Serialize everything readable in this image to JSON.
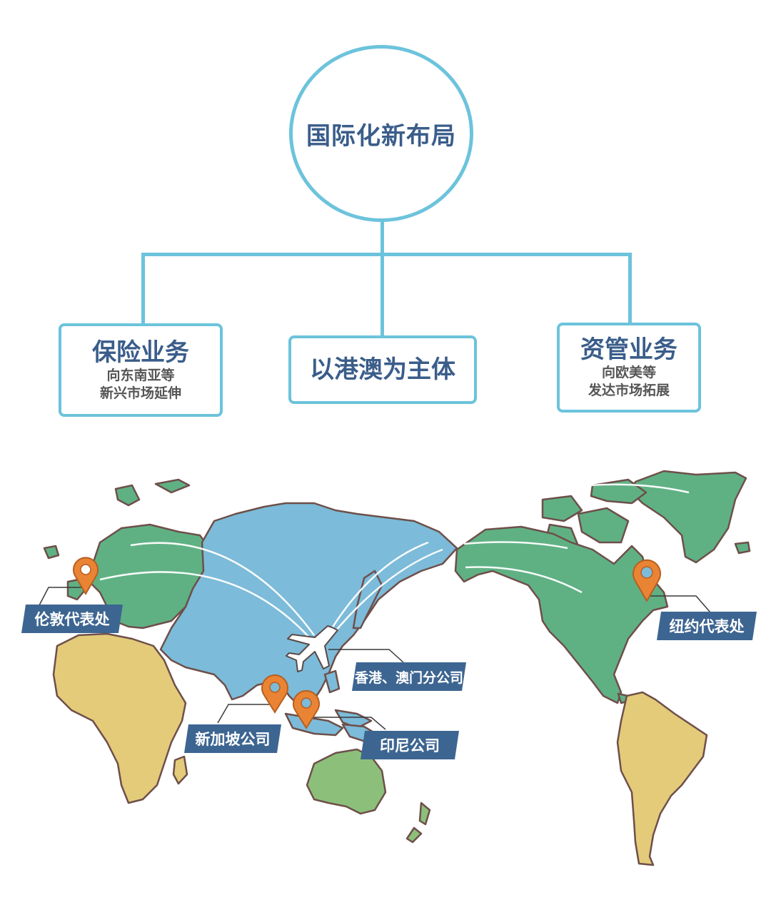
{
  "diagram": {
    "root": {
      "title": "国际化新布局"
    },
    "branches": [
      {
        "title": "保险业务",
        "subtitle_lines": [
          "向东南亚等",
          "新兴市场延伸"
        ]
      },
      {
        "title": "以港澳为主体"
      },
      {
        "title": "资管业务",
        "subtitle_lines": [
          "向欧美等",
          "发达市场拓展"
        ]
      }
    ]
  },
  "map": {
    "locations": [
      {
        "label": "伦敦代表处",
        "icon": "map-pin-icon"
      },
      {
        "label": "纽约代表处",
        "icon": "map-pin-icon"
      },
      {
        "label": "香港、澳门分公司",
        "icon": "airplane-icon"
      },
      {
        "label": "新加坡公司",
        "icon": "map-pin-icon"
      },
      {
        "label": "印尼公司",
        "icon": "map-pin-icon"
      }
    ],
    "colors": {
      "asia": "#7cbbd9",
      "europe_north_america": "#5fb184",
      "africa_south_america": "#e3cb7a",
      "australia": "#8cc07a",
      "pin": "#ea8435",
      "label_bg": "#3d6591",
      "connector": "#6cc3dc"
    }
  }
}
